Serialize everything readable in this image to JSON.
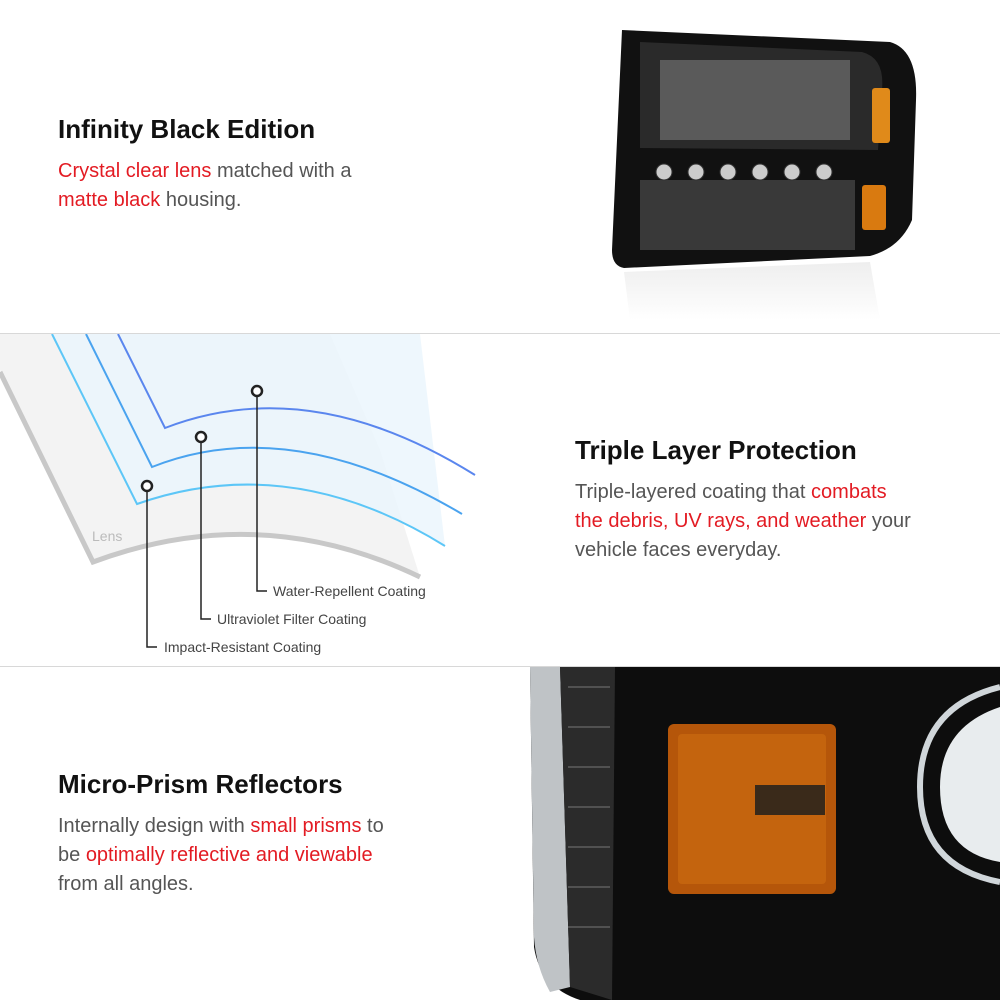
{
  "sections": [
    {
      "title": "Infinity Black Edition",
      "lines": [
        [
          {
            "t": "Crystal clear lens",
            "red": true
          },
          {
            "t": " matched with a",
            "red": false
          }
        ],
        [
          {
            "t": "matte black",
            "red": true
          },
          {
            "t": " housing.",
            "red": false
          }
        ]
      ]
    },
    {
      "title": "Triple Layer Protection",
      "lines": [
        [
          {
            "t": "Triple-layered coating that ",
            "red": false
          },
          {
            "t": "combats",
            "red": true
          }
        ],
        [
          {
            "t": "the debris, UV rays, and weather",
            "red": true
          },
          {
            "t": " your",
            "red": false
          }
        ],
        [
          {
            "t": "vehicle faces everyday.",
            "red": false
          }
        ]
      ]
    },
    {
      "title": "Micro-Prism Reflectors",
      "lines": [
        [
          {
            "t": "Internally design with ",
            "red": false
          },
          {
            "t": "small prisms",
            "red": true
          },
          {
            "t": " to",
            "red": false
          }
        ],
        [
          {
            "t": "be ",
            "red": false
          },
          {
            "t": "optimally reflective and viewable",
            "red": true
          }
        ],
        [
          {
            "t": "from all angles.",
            "red": false
          }
        ]
      ]
    }
  ],
  "diagram": {
    "lens_label": "Lens",
    "labels": [
      "Impact-Resistant Coating",
      "Ultraviolet Filter Coating",
      "Water-Repellent Coating"
    ]
  },
  "colors": {
    "accent": "#e31b23",
    "layer1": "#5cc6f7",
    "layer2": "#4aa3ef",
    "layer3": "#5a86ee"
  }
}
